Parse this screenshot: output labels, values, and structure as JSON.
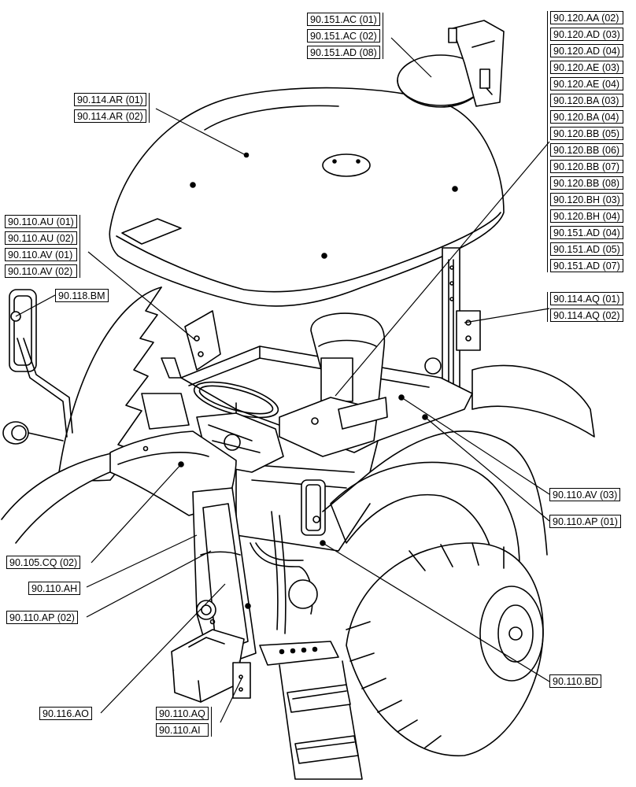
{
  "callouts": {
    "battery_cover": [
      "90.151.AC (01)",
      "90.151.AC (02)",
      "90.151.AD (08)"
    ],
    "seat": [
      "90.120.AA (02)",
      "90.120.AD (03)",
      "90.120.AD (04)",
      "90.120.AE (03)",
      "90.120.AE (04)",
      "90.120.BA (03)",
      "90.120.BA (04)",
      "90.120.BB (05)",
      "90.120.BB (06)",
      "90.120.BB (07)",
      "90.120.BB (08)",
      "90.120.BH (03)",
      "90.120.BH (04)",
      "90.151.AD (04)",
      "90.151.AD (05)",
      "90.151.AD (07)"
    ],
    "canopy": [
      "90.114.AR (01)",
      "90.114.AR (02)"
    ],
    "dash_panel": [
      "90.110.AU (01)",
      "90.110.AU (02)",
      "90.110.AV (01)",
      "90.110.AV (02)"
    ],
    "mirror": [
      "90.118.BM"
    ],
    "rops": [
      "90.114.AQ (01)",
      "90.114.AQ (02)"
    ],
    "floor_right": [
      "90.110.AV (03)"
    ],
    "fender_right": [
      "90.110.AP (01)"
    ],
    "hood": [
      "90.105.CQ (02)"
    ],
    "pillar": [
      "90.110.AH"
    ],
    "side_panel": [
      "90.110.AP (02)"
    ],
    "floor_mat": [
      "90.110.BD"
    ],
    "step_panel": [
      "90.116.AO"
    ],
    "step_bracket": [
      "90.110.AQ",
      "90.110.AI"
    ]
  }
}
